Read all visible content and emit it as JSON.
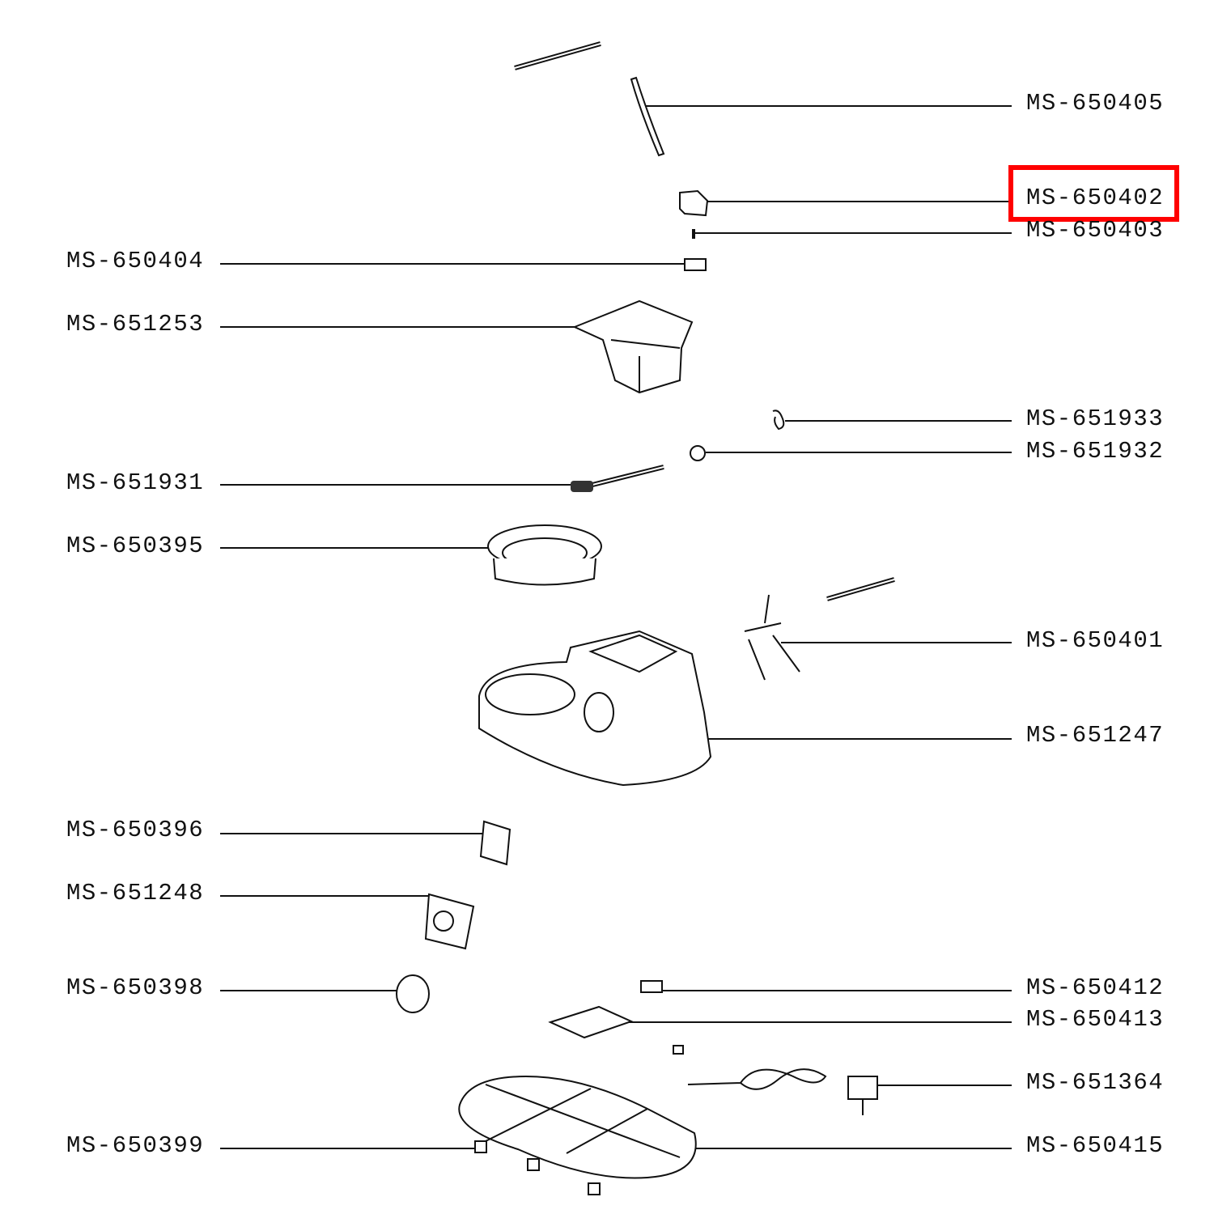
{
  "diagram": {
    "highlight_color": "#ff0000",
    "highlighted_part": "MS-650402",
    "labels": [
      {
        "side": "right",
        "part": "MS-650405"
      },
      {
        "side": "right",
        "part": "MS-650402"
      },
      {
        "side": "right",
        "part": "MS-650403"
      },
      {
        "side": "left",
        "part": "MS-650404"
      },
      {
        "side": "left",
        "part": "MS-651253"
      },
      {
        "side": "right",
        "part": "MS-651933"
      },
      {
        "side": "right",
        "part": "MS-651932"
      },
      {
        "side": "left",
        "part": "MS-651931"
      },
      {
        "side": "left",
        "part": "MS-650395"
      },
      {
        "side": "right",
        "part": "MS-650401"
      },
      {
        "side": "right",
        "part": "MS-651247"
      },
      {
        "side": "left",
        "part": "MS-650396"
      },
      {
        "side": "left",
        "part": "MS-651248"
      },
      {
        "side": "left",
        "part": "MS-650398"
      },
      {
        "side": "right",
        "part": "MS-650412"
      },
      {
        "side": "right",
        "part": "MS-650413"
      },
      {
        "side": "right",
        "part": "MS-651364"
      },
      {
        "side": "left",
        "part": "MS-650399"
      },
      {
        "side": "right",
        "part": "MS-650415"
      }
    ]
  }
}
